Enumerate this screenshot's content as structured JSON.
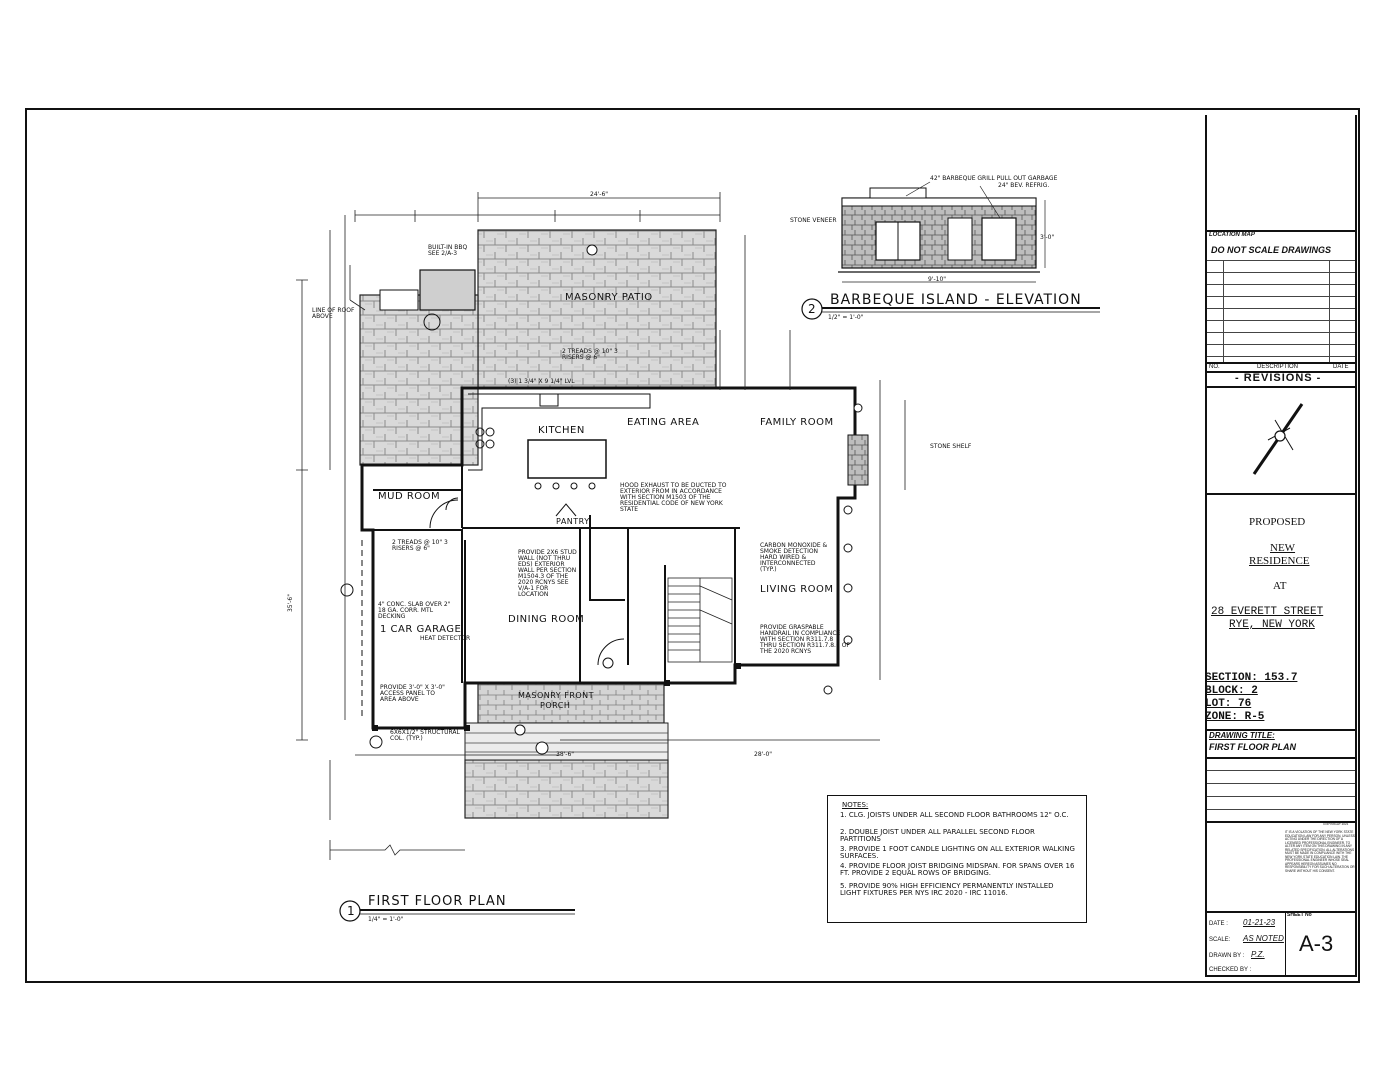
{
  "drawing": {
    "plan_title": "FIRST FLOOR PLAN",
    "plan_number": "1",
    "plan_scale": "1/4\" = 1'-0\"",
    "elevation_title": "BARBEQUE ISLAND - ELEVATION",
    "elevation_number": "2",
    "elevation_scale": "1/2\" = 1'-0\"",
    "rooms": {
      "masonry_patio": "MASONRY PATIO",
      "kitchen": "KITCHEN",
      "eating_area": "EATING AREA",
      "family_room": "FAMILY ROOM",
      "mud_room": "MUD ROOM",
      "pantry": "PANTRY",
      "dining_room": "DINING ROOM",
      "living_room": "LIVING ROOM",
      "garage": "1 CAR GARAGE",
      "masonry_front_porch_1": "MASONRY FRONT",
      "masonry_front_porch_2": "PORCH"
    },
    "callouts": {
      "built_in_bbq": "BUILT-IN BBQ SEE 2/A-3",
      "line_of_roof": "LINE OF ROOF ABOVE",
      "stone_shelf": "STONE SHELF",
      "treads_1": "2 TREADS @ 10\" 3 RISERS @ 6\"",
      "treads_2": "2 TREADS @ 10\" 3 RISERS @ 6\"",
      "lvl_beam": "(3) 1 3/4\" X 9 1/4\" LVL",
      "conc_slab": "4\" CONC. SLAB OVER 2\" 18 GA. CORR. MTL DECKING",
      "heat_detector": "HEAT DETECTOR",
      "access_panel": "PROVIDE 3'-0\" X 3'-0\" ACCESS PANEL TO AREA ABOVE",
      "structural_col": "6X6X1/2\" STRUCTURAL COL. (TYP.)",
      "handrail": "PROVIDE GRASPABLE HANDRAIL IN COMPLIANCE WITH SECTION R311.7.8 THRU SECTION R311.7.8.6 OF THE 2020 RCNYS",
      "smoke_detector": "CARBON MONOXIDE & SMOKE DETECTION HARD WIRED & INTERCONNECTED (TYP.)",
      "hood_exhaust": "HOOD EXHAUST TO BE DUCTED TO EXTERIOR FROM IN ACCORDANCE WITH SECTION M1503 OF THE RESIDENTIAL CODE OF NEW YORK STATE",
      "provide_stud": "PROVIDE 2X6 STUD WALL (NOT THRU EDS) EXTERIOR WALL PER SECTION M1504.3 OF THE 2020 RCNYS SEE V/A-1 FOR LOCATION",
      "dims_top": "24'-6\"",
      "dims_left": "35'-6\"",
      "dims_bottom": "38'-6\"",
      "dims_bottom_right": "28'-0\""
    },
    "bbq_labels": {
      "grill": "42\" BARBEQUE GRILL PULL OUT GARBAGE",
      "fridge": "24\" BEV. REFRIG.",
      "stone": "STONE VENEER",
      "width": "9'-10\"",
      "height": "3'-0\""
    },
    "notes_title": "NOTES:",
    "notes": [
      "1. CLG. JOISTS UNDER ALL SECOND FLOOR BATHROOMS 12\" O.C.",
      "2. DOUBLE JOIST UNDER ALL PARALLEL SECOND FLOOR PARTITIONS",
      "3. PROVIDE 1 FOOT CANDLE LIGHTING ON ALL EXTERIOR WALKING SURFACES.",
      "4. PROVIDE FLOOR JOIST BRIDGING MIDSPAN. FOR SPANS OVER 16 FT. PROVIDE 2 EQUAL ROWS OF BRIDGING.",
      "5. PROVIDE 90% HIGH EFFICIENCY PERMANENTLY INSTALLED LIGHT FIXTURES PER NYS IRC 2020 - IRC 11016."
    ]
  },
  "title_block": {
    "location_map": "LOCATION MAP",
    "do_not_scale": "DO NOT SCALE DRAWINGS",
    "col_no": "NO.",
    "col_description": "DESCRIPTION",
    "col_date": "DATE",
    "revisions": "- REVISIONS -",
    "proposed": "PROPOSED",
    "new": "NEW",
    "residence": "RESIDENCE",
    "at": "AT",
    "street": "28 EVERETT STREET",
    "city": "RYE, NEW YORK",
    "section": "SECTION: 153.7",
    "block": "BLOCK: 2",
    "lot": "LOT: 76",
    "zone": "ZONE: R-5",
    "drawing_title_label": "DRAWING TITLE:",
    "drawing_title": "FIRST FLOOR PLAN",
    "copyright": "COPYRIGHT 2021",
    "legal": "IT IS A VIOLATION OF THE NEW YORK STATE EDUCATION LAW FOR ANY PERSON, UNLESS ACTING UNDER THE DIRECTION OF A LICENSED PROFESSIONAL ENGINEER, TO ALTER ANY ITEM ON THIS DRAWING IN ANY RELATED SPECIFICATION. ALL ALTERATIONS MUST BE MADE IN COMPLIANCE WITH THE NEW YORK STATE EDUCATION LAW. THE PROFESSIONAL ENGINEER WHOSE SEAL APPEARS HEREON ASSUMES NO RESPONSIBILITY FOR SUCH ALTERATION OR SHARE WITHOUT HIS CONSENT.",
    "date_label": "DATE :",
    "date_value": "01-21-23",
    "scale_label": "SCALE:",
    "scale_value": "AS NOTED",
    "drawn_label": "DRAWN BY :",
    "drawn_value": "P.Z.",
    "checked_label": "CHECKED BY :",
    "sheet_label": "SHEET No",
    "sheet_number": "A-3"
  }
}
